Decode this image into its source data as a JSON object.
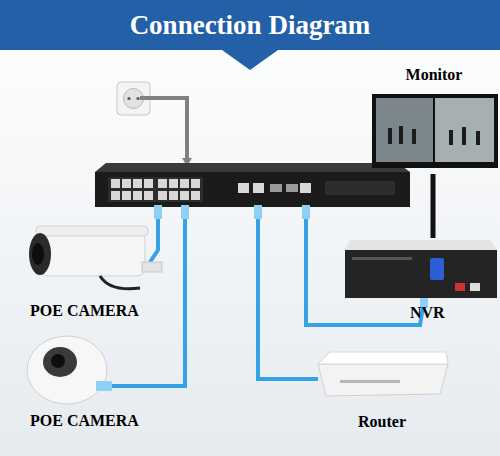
{
  "diagram": {
    "title": "Connection Diagram",
    "nodes": [
      {
        "text": [
          "Monitor"
        ]
      },
      {
        "text": [
          "POE CAMERA"
        ]
      },
      {
        "text": [
          "NVR"
        ]
      },
      {
        "text": [
          "POE CAMERA"
        ]
      },
      {
        "text": [
          "Router"
        ]
      }
    ],
    "edges": [
      {
        "from": 2,
        "to": 0,
        "arrow": "none"
      }
    ]
  }
}
